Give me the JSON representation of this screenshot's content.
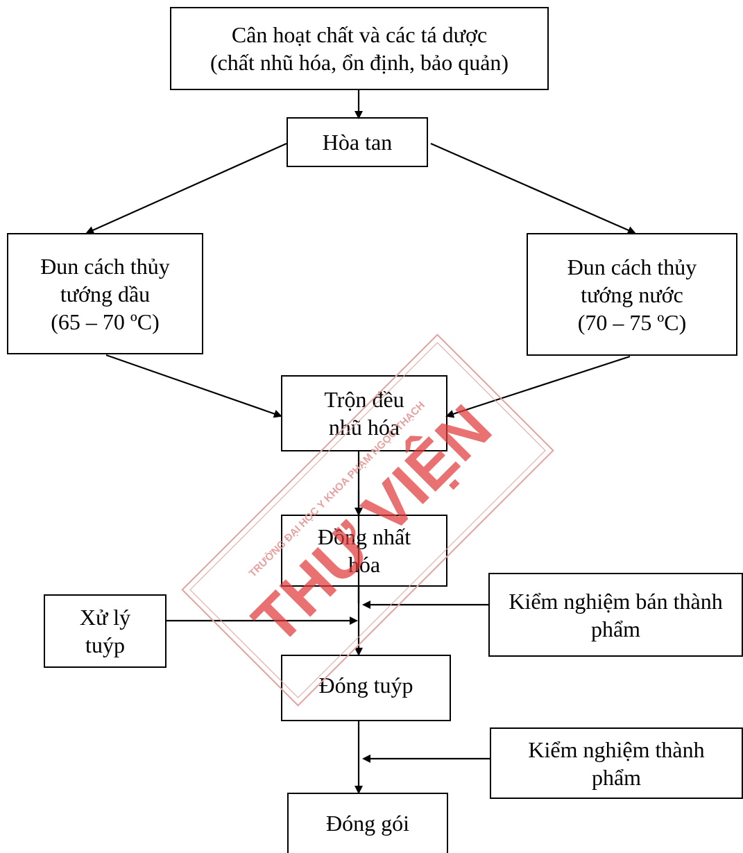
{
  "nodes": {
    "weigh": "Cân hoạt chất và các tá dược\n(chất nhũ hóa, ổn định, bảo quản)",
    "dissolve": "Hòa tan",
    "oil_phase": "Đun cách thủy\ntướng dầu\n(65 – 70 ºC)",
    "water_phase": "Đun cách thủy\ntướng nước\n(70 – 75 ºC)",
    "mix": "Trộn đều\nnhũ hóa",
    "homogenize": "Đồng nhất\nhóa",
    "tube_prep": "Xử lý\ntuýp",
    "semi_test": "Kiểm nghiệm bán thành\nphẩm",
    "filling": "Đóng tuýp",
    "final_test": "Kiểm nghiệm thành\nphẩm",
    "packaging": "Đóng gói"
  },
  "watermark": {
    "arc_text": "TRƯỜNG ĐẠI HỌC Y KHOA PHẠM NGỌC THẠCH",
    "main_text": "THƯ VIỆN",
    "color": "#e23b3b"
  }
}
